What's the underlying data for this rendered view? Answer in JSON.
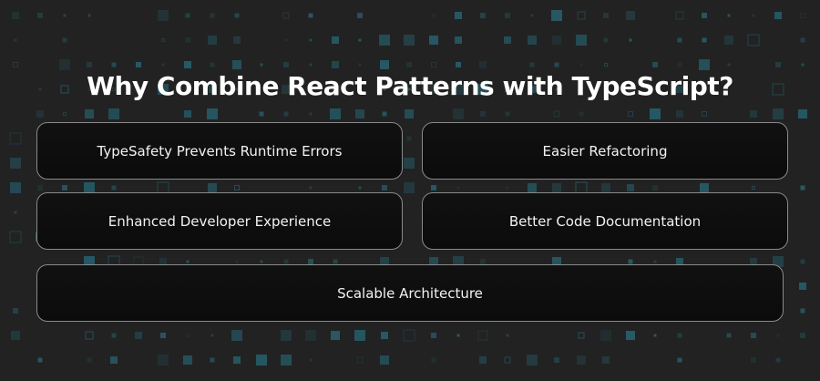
{
  "title": "Why Combine React Patterns with TypeScript?",
  "cards": [
    {
      "label": "TypeSafety Prevents Runtime Errors"
    },
    {
      "label": "Easier Refactoring"
    },
    {
      "label": "Enhanced Developer Experience"
    },
    {
      "label": "Better Code Documentation"
    },
    {
      "label": "Scalable Architecture"
    }
  ],
  "colors": {
    "background": "#222222",
    "accent": "#2a8fa6",
    "card": "#0e0e0e"
  }
}
